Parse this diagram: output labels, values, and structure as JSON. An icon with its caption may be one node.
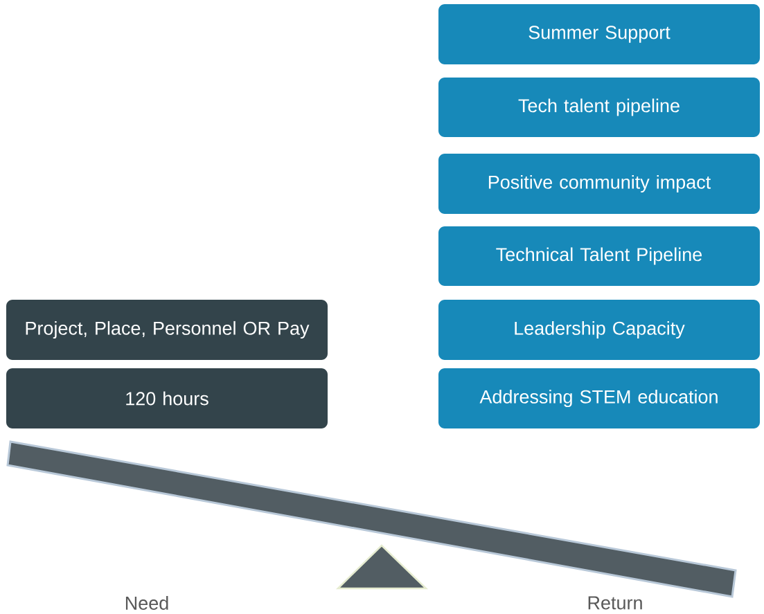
{
  "diagram": {
    "nodes": [
      {
        "text": [
          "Summer Support"
        ]
      },
      {
        "text": [
          "Tech talent pipeline"
        ]
      },
      {
        "text": [
          "Positive community impact"
        ]
      },
      {
        "text": [
          "Technical Talent Pipeline"
        ]
      },
      {
        "text": [
          "Project, Place, Personnel OR Pay"
        ]
      },
      {
        "text": [
          "Leadership Capacity"
        ]
      },
      {
        "text": [
          "120 hours"
        ]
      },
      {
        "text": [
          "Addressing STEM education"
        ]
      }
    ],
    "labels": [
      "Need",
      "Return"
    ]
  }
}
